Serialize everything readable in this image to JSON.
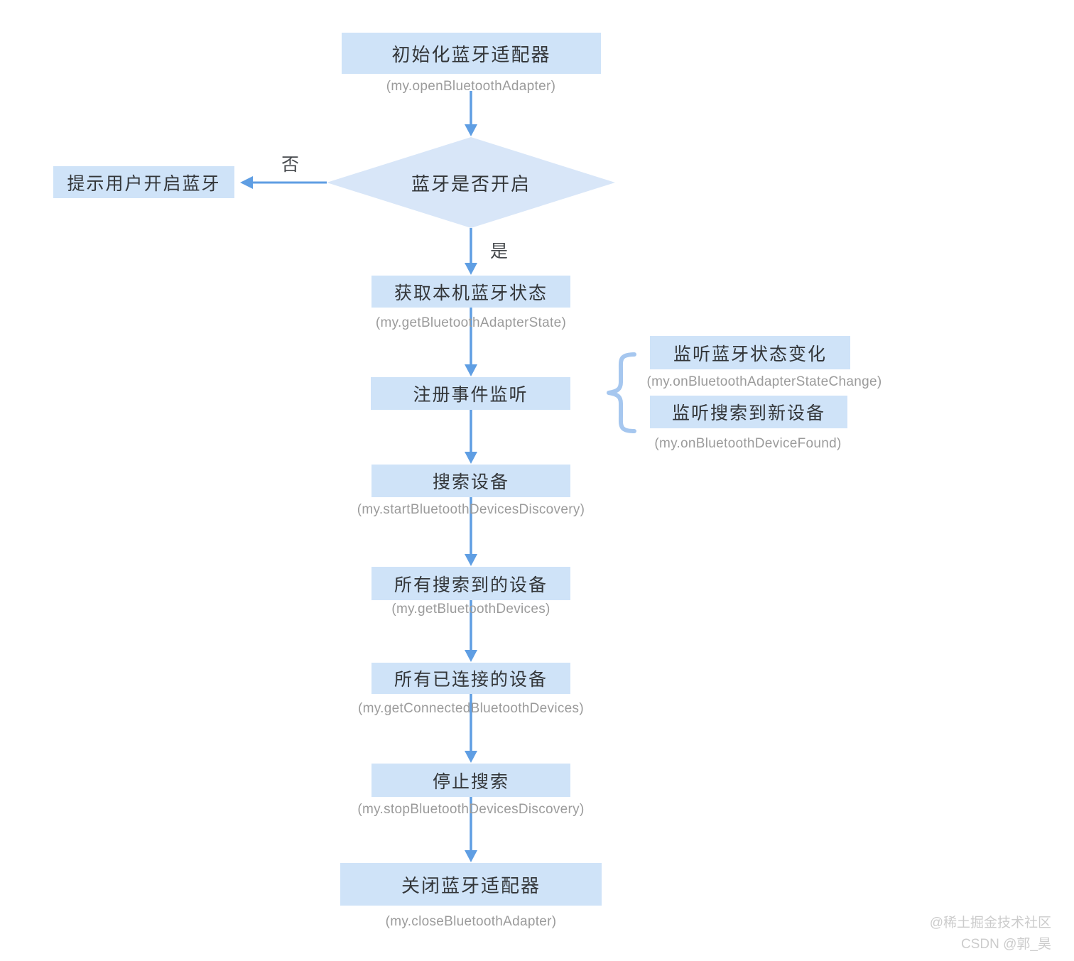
{
  "colors": {
    "node_fill": "#cfe3f8",
    "diamond_fill": "#d8e6f8",
    "arrow": "#5f9ee3",
    "brace": "#a6c7ef",
    "node_text": "#333639",
    "caption_text": "#9b9b9b",
    "edge_label_text": "#45484c",
    "watermark_text": "#cccccc",
    "background": "#ffffff"
  },
  "flowchart": {
    "nodes": {
      "init": {
        "label": "初始化蓝牙适配器",
        "caption": "(my.openBluetoothAdapter)"
      },
      "decision": {
        "label": "蓝牙是否开启"
      },
      "prompt": {
        "label": "提示用户开启蓝牙"
      },
      "state": {
        "label": "获取本机蓝牙状态",
        "caption": "(my.getBluetoothAdapterState)"
      },
      "register": {
        "label": "注册事件监听"
      },
      "listen_state": {
        "label": "监听蓝牙状态变化",
        "caption": "(my.onBluetoothAdapterStateChange)"
      },
      "listen_found": {
        "label": "监听搜索到新设备",
        "caption": "(my.onBluetoothDeviceFound)"
      },
      "discover": {
        "label": "搜索设备",
        "caption": "(my.startBluetoothDevicesDiscovery)"
      },
      "devices": {
        "label": "所有搜索到的设备",
        "caption": "(my.getBluetoothDevices)"
      },
      "connected": {
        "label": "所有已连接的设备",
        "caption": "(my.getConnectedBluetoothDevices)"
      },
      "stop": {
        "label": "停止搜索",
        "caption": "(my.stopBluetoothDevicesDiscovery)"
      },
      "close": {
        "label": "关闭蓝牙适配器",
        "caption": "(my.closeBluetoothAdapter)"
      }
    },
    "edge_labels": {
      "no": "否",
      "yes": "是"
    }
  },
  "watermark": {
    "line1": "@稀土掘金技术社区",
    "line2": "CSDN @郭_昊"
  }
}
